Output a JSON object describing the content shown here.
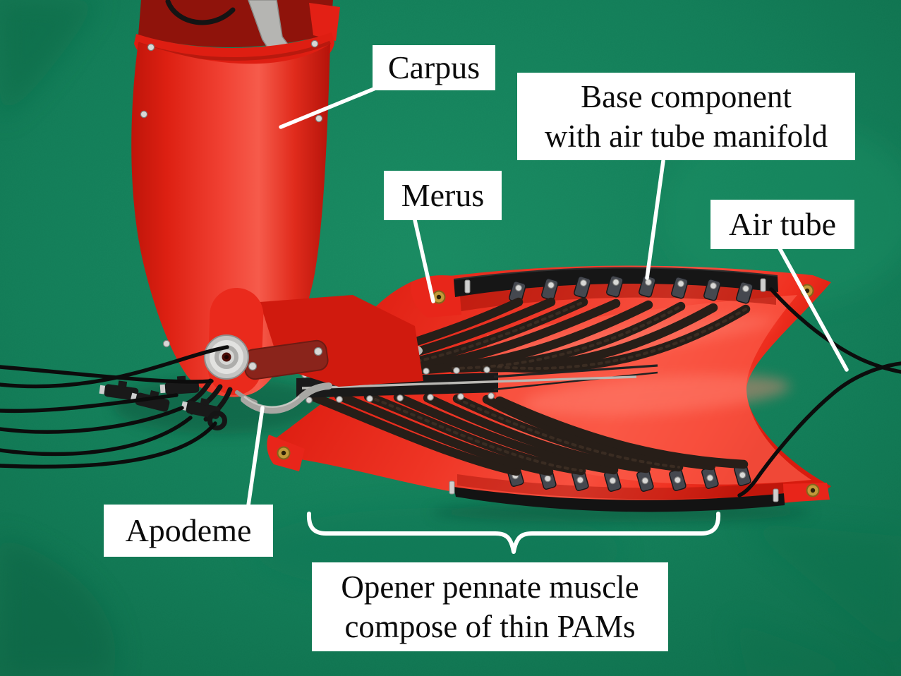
{
  "figure": {
    "labels": {
      "carpus": {
        "text": "Carpus"
      },
      "base_component": {
        "line1": "Base component",
        "line2": "with air tube manifold"
      },
      "merus": {
        "text": "Merus"
      },
      "air_tube": {
        "text": "Air tube"
      },
      "apodeme": {
        "text": "Apodeme"
      },
      "opener_muscle": {
        "line1": "Opener pennate muscle",
        "line2": "compose of thin PAMs"
      }
    },
    "colors": {
      "felt_green": "#14815B",
      "shell_red": "#E8251A",
      "shell_red_dark": "#C01408",
      "shell_red_light": "#FF6F5E",
      "rail_black": "#161616",
      "pam_tube": "#271E18",
      "apodeme_gray": "#A8A7A3",
      "label_bg": "#FFFFFF",
      "label_text": "#0B0B0B",
      "leader_line": "#FFFFFF"
    }
  }
}
